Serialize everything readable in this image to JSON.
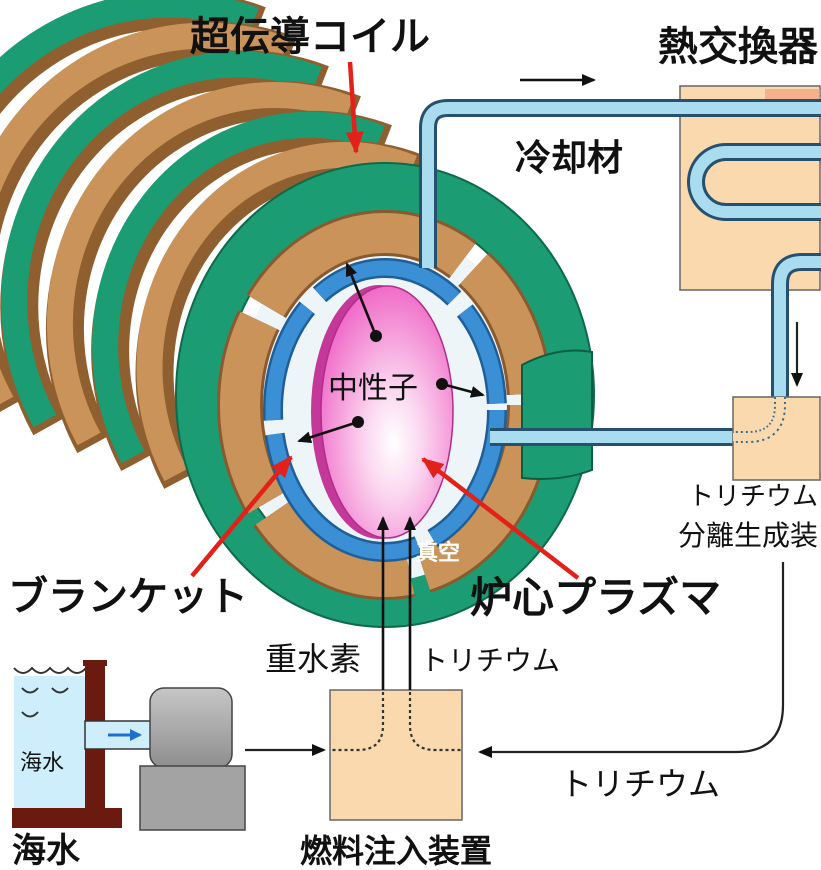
{
  "reactor": {
    "coil_label": "超伝導コイル",
    "neutron_label": "中性子",
    "vacuum_label": "真空",
    "blanket_label": "ブランケット",
    "plasma_label": "炉心プラズマ"
  },
  "cooling": {
    "heat_exchanger_label": "熱交換器",
    "coolant_label": "冷却材"
  },
  "tritium_plant": {
    "label_line1": "トリチウム",
    "label_line2": "分離生成装",
    "return_label": "トリチウム"
  },
  "fuel": {
    "deuterium_label": "重水素",
    "tritium_label": "トリチウム",
    "injector_label": "燃料注入装置"
  },
  "seawater": {
    "tank_label": "海水",
    "caption": "海水"
  },
  "colors": {
    "coil_green": "#1c9c72",
    "structure_brown": "#c9935a",
    "blanket_blue": "#3b8fd4",
    "pipe_blue": "#a9dcef",
    "device_tan": "#f9d9ad",
    "pointer_red": "#e3211b",
    "seawater_blue": "#cdeefa",
    "wall_brown": "#6b1a10",
    "pump_gray": "#a3a3a3"
  }
}
